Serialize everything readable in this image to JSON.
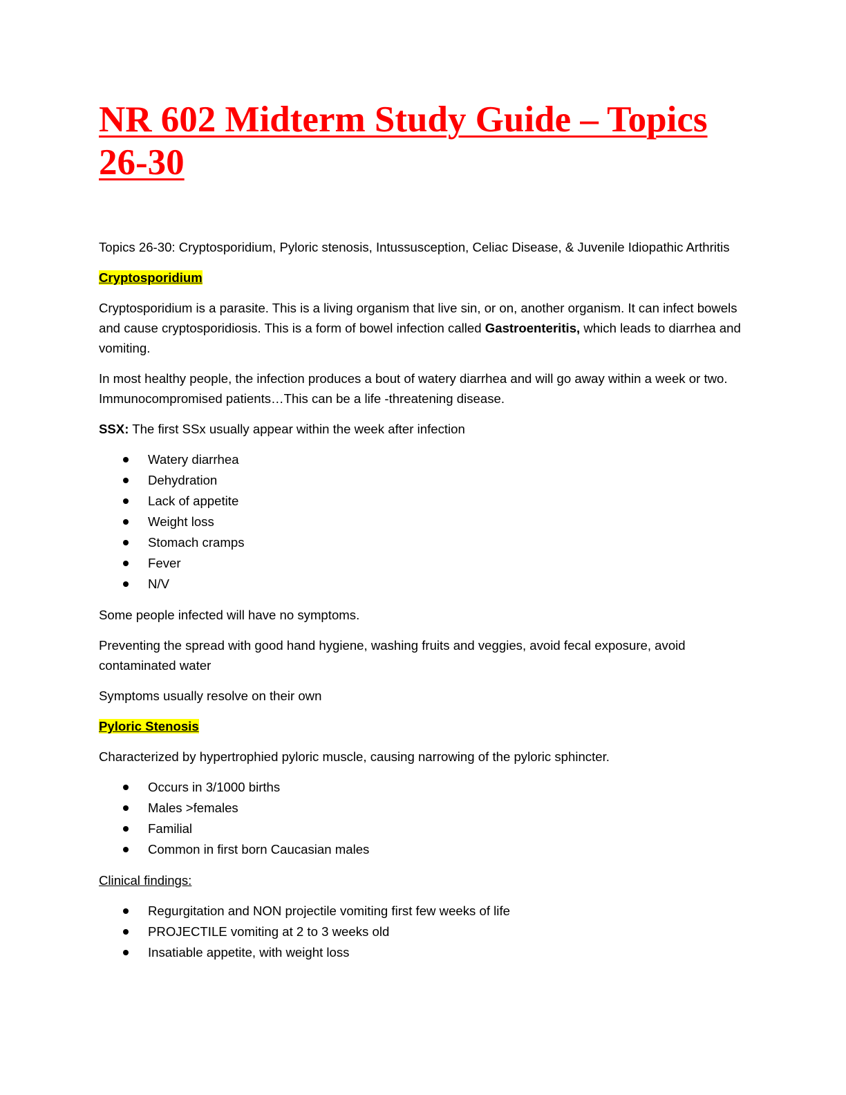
{
  "title": "NR 602 Midterm Study Guide – Topics 26-30",
  "intro": "Topics 26-30: Cryptosporidium, Pyloric stenosis, Intussusception, Celiac Disease, & Juvenile Idiopathic Arthritis",
  "crypto": {
    "heading": "Cryptosporidium",
    "para1_before": "Cryptosporidium is a parasite.  This is a living organism that live sin, or on, another organism.  It can infect bowels and cause cryptosporidiosis.  This is a form of bowel infection called ",
    "para1_bold": "Gastroenteritis,",
    "para1_after": " which leads to diarrhea and vomiting.",
    "para2": "In most healthy people, the infection produces a bout of watery diarrhea and will go away within a week or two.  Immunocompromised patients…This can be a life -threatening disease.",
    "ssx_label": "SSX:",
    "ssx_text": " The first SSx usually appear within the week after infection",
    "symptoms": [
      "Watery diarrhea",
      "Dehydration",
      "Lack of appetite",
      "Weight loss",
      "Stomach cramps",
      "Fever",
      "N/V"
    ],
    "no_symptoms": "Some people infected will have no symptoms.",
    "prevention": "Preventing the spread with good hand hygiene, washing fruits and veggies, avoid fecal exposure, avoid contaminated water",
    "resolve": "Symptoms usually resolve on their own"
  },
  "pyloric": {
    "heading": "Pyloric Stenosis",
    "description": "Characterized by hypertrophied pyloric muscle, causing narrowing of the pyloric sphincter.",
    "facts": [
      "Occurs in 3/1000 births",
      "Males >females",
      "Familial",
      "Common in first born Caucasian males"
    ],
    "clinical_heading": "Clinical findings:",
    "clinical": [
      "Regurgitation and NON projectile vomiting first few weeks of life",
      "PROJECTILE vomiting at 2 to 3 weeks old",
      "Insatiable appetite, with weight loss"
    ]
  }
}
